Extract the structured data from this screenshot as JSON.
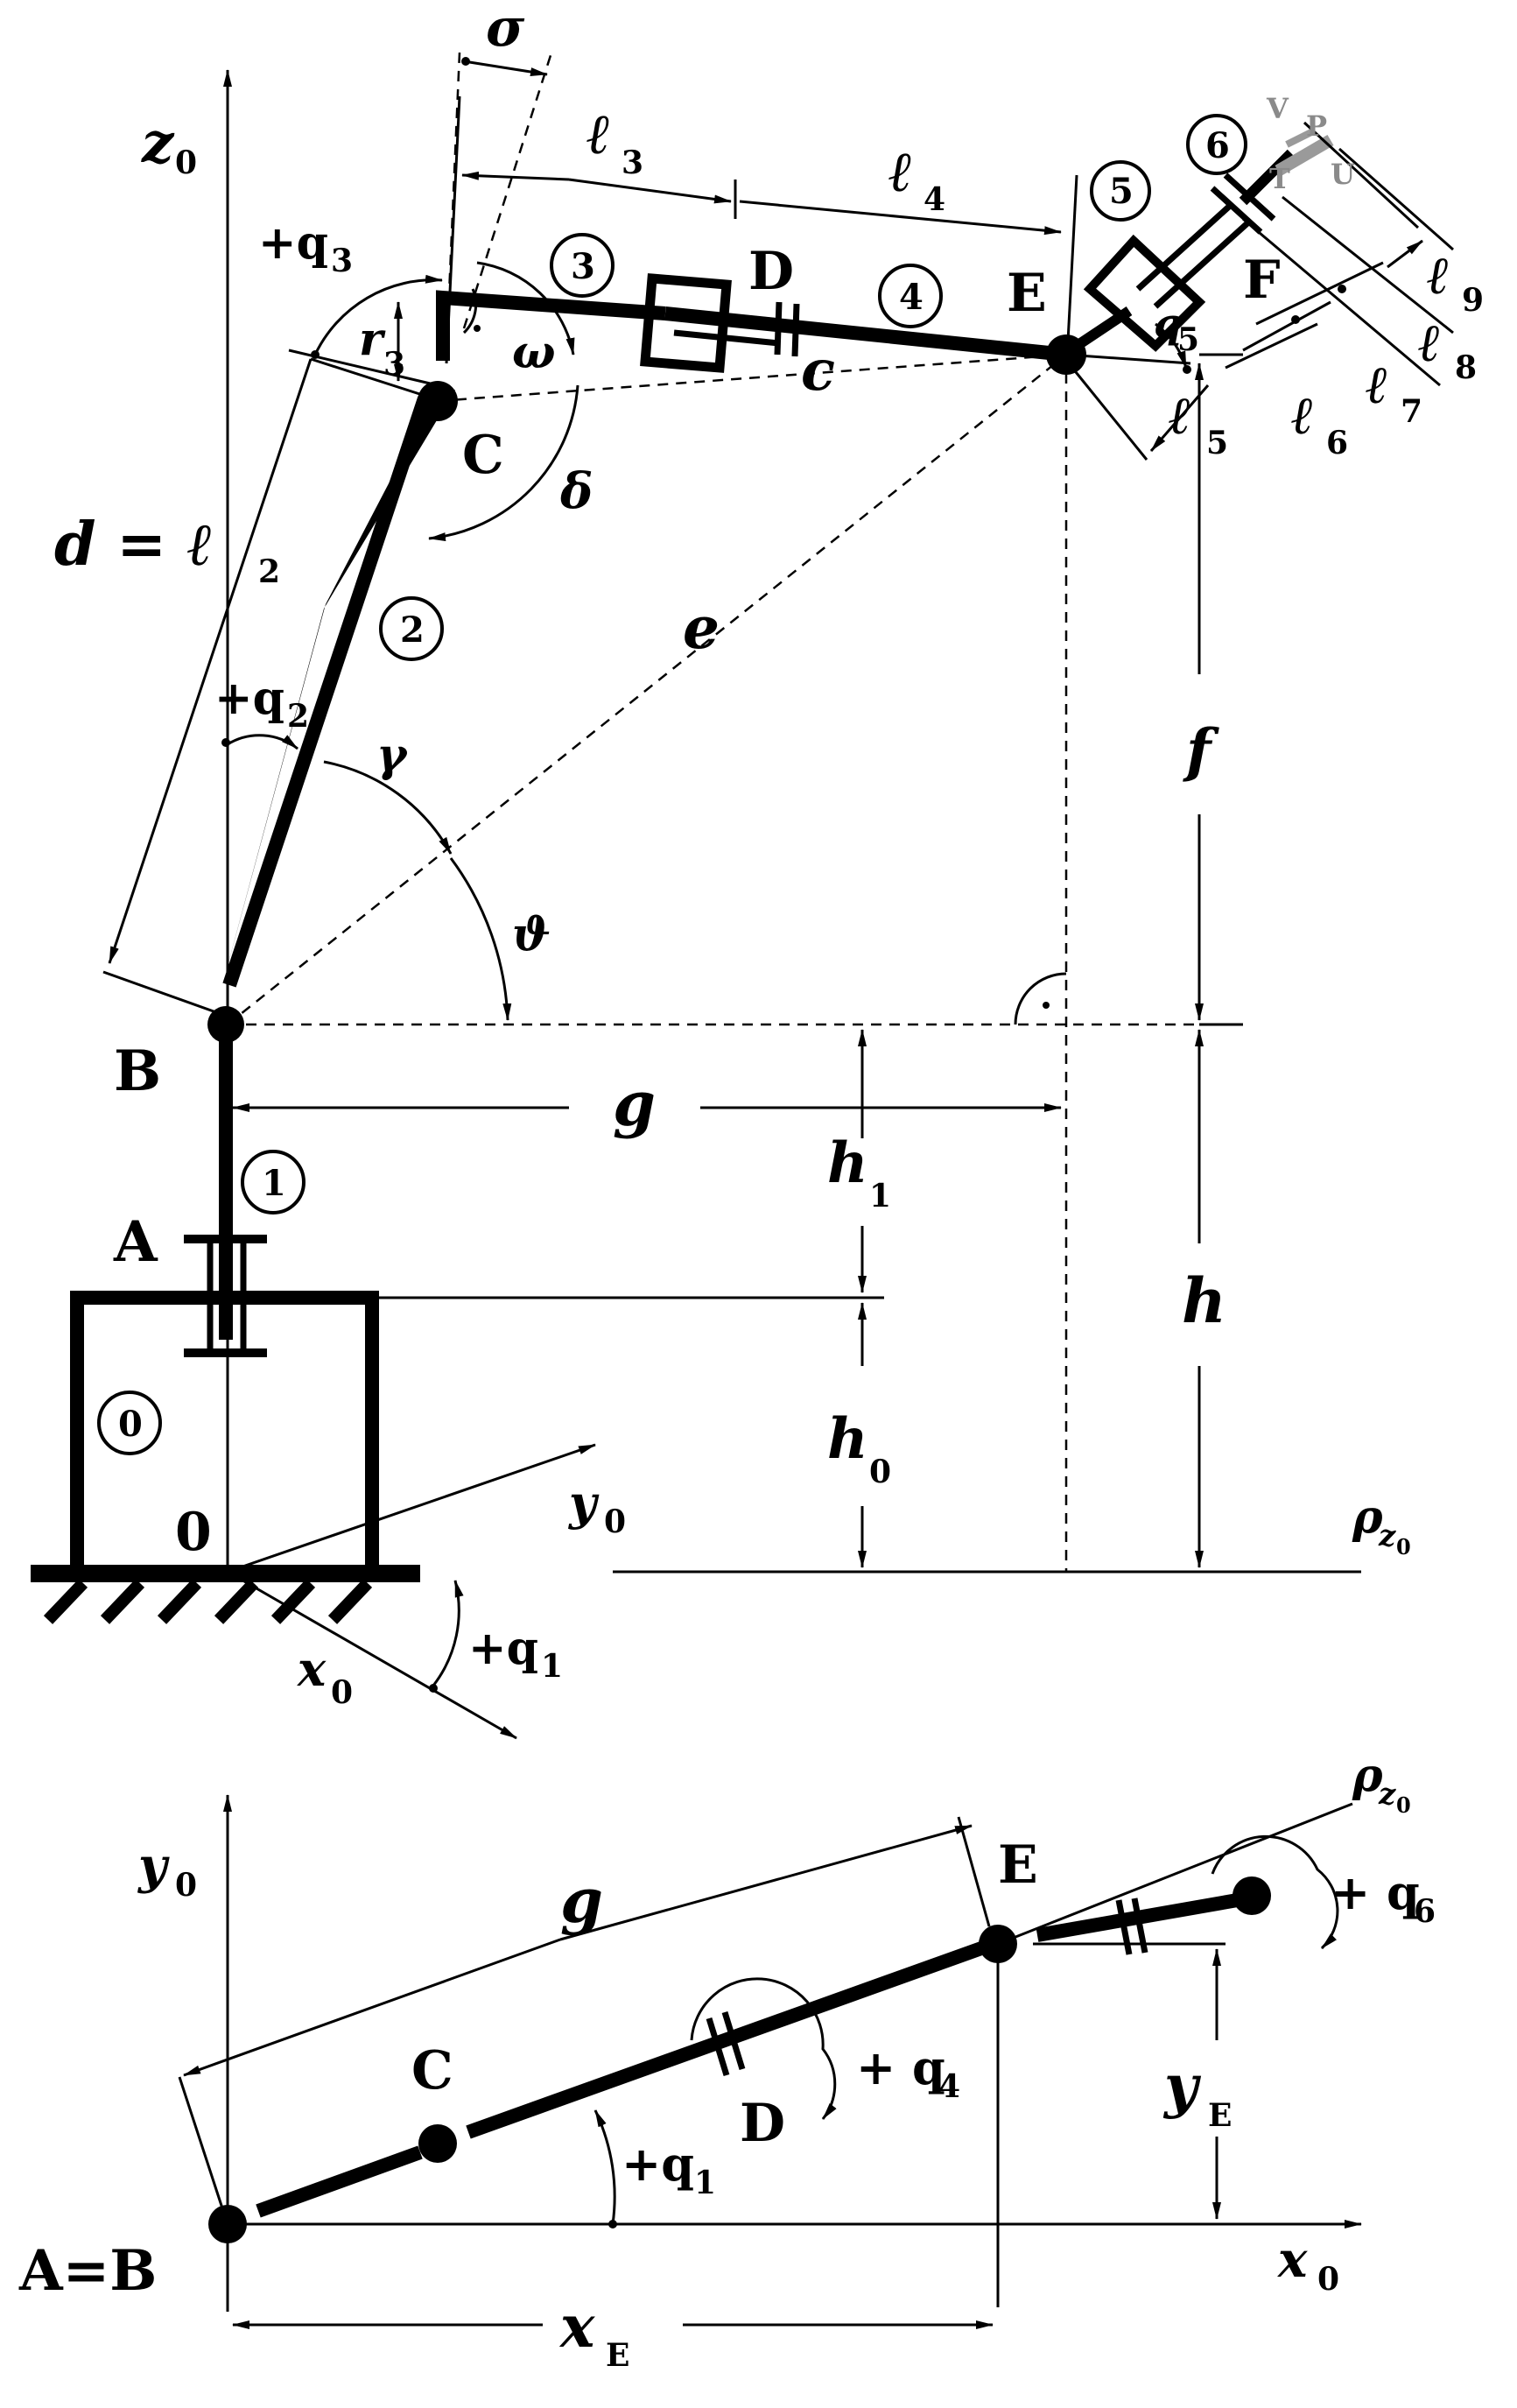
{
  "labels": {
    "z0": "z",
    "z0_sub": "0",
    "sigma": "σ",
    "l3": "ℓ",
    "l3_sub": "3",
    "l4": "ℓ",
    "l4_sub": "4",
    "plus_q3": "+q",
    "q3_sub": "3",
    "r3": "r",
    "r3_sub": "3",
    "circ3": "3",
    "D": "D",
    "circ4": "4",
    "E": "E",
    "circ5": "5",
    "circ6": "6",
    "V": "V",
    "P": "P",
    "T": "T",
    "U": "U",
    "F": "F",
    "l9": "ℓ",
    "l9_sub": "9",
    "l8": "ℓ",
    "l8_sub": "8",
    "l7": "ℓ",
    "l7_sub": "7",
    "l6": "ℓ",
    "l6_sub": "6",
    "l5": "ℓ",
    "l5_sub": "5",
    "q5": "q",
    "q5_sub": "5",
    "omega": "ω",
    "c": "c",
    "C": "C",
    "delta": "δ",
    "d_eq": "d = ℓ",
    "d_eq_sub": "2",
    "circ2": "2",
    "e": "e",
    "plus_q2": "+q",
    "q2_sub": "2",
    "gamma": "γ",
    "f": "f",
    "theta": "ϑ",
    "B": "B",
    "g": "g",
    "h1": "h",
    "h1_sub": "1",
    "circ1": "1",
    "A": "A",
    "h": "h",
    "circ0": "0",
    "h0": "h",
    "h0_sub": "0",
    "O": "0",
    "y0": "y",
    "y0_sub": "0",
    "rho": "ρ",
    "rho_sub": "z",
    "rho_subsub": "0",
    "x0": "x",
    "x0_sub": "0",
    "plus_q1": "+q",
    "q1_sub": "1"
  },
  "plan_view": {
    "rho": "ρ",
    "rho_sub": "z",
    "rho_subsub": "0",
    "y0": "y",
    "y0_sub": "0",
    "g": "g",
    "E": "E",
    "plus_q6": "+ q",
    "q6_sub": "6",
    "C": "C",
    "D": "D",
    "plus_q4": "+ q",
    "q4_sub": "4",
    "yE": "y",
    "yE_sub": "E",
    "plus_q1": "+q",
    "q1_sub": "1",
    "AB": "A=B",
    "x0": "x",
    "x0_sub": "0",
    "xE": "x",
    "xE_sub": "E"
  }
}
